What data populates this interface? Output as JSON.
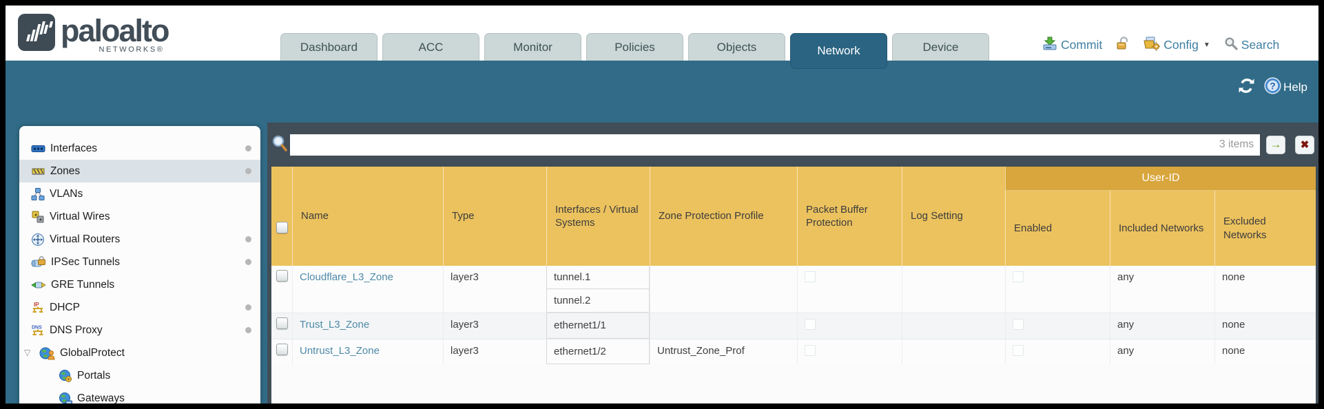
{
  "brand": {
    "wordmark": "paloalto",
    "sub": "NETWORKS®"
  },
  "tabs": [
    {
      "label": "Dashboard",
      "active": false
    },
    {
      "label": "ACC",
      "active": false
    },
    {
      "label": "Monitor",
      "active": false
    },
    {
      "label": "Policies",
      "active": false
    },
    {
      "label": "Objects",
      "active": false
    },
    {
      "label": "Network",
      "active": true
    },
    {
      "label": "Device",
      "active": false
    }
  ],
  "top_links": {
    "commit": "Commit",
    "config": "Config",
    "search": "Search"
  },
  "band": {
    "help": "Help"
  },
  "sidebar": {
    "items": [
      {
        "label": "Interfaces",
        "icon": "interfaces-icon",
        "dot": true,
        "selected": false
      },
      {
        "label": "Zones",
        "icon": "zones-icon",
        "dot": true,
        "selected": true
      },
      {
        "label": "VLANs",
        "icon": "vlans-icon",
        "dot": false,
        "selected": false
      },
      {
        "label": "Virtual Wires",
        "icon": "virtual-wires-icon",
        "dot": false,
        "selected": false
      },
      {
        "label": "Virtual Routers",
        "icon": "virtual-routers-icon",
        "dot": true,
        "selected": false
      },
      {
        "label": "IPSec Tunnels",
        "icon": "ipsec-tunnels-icon",
        "dot": true,
        "selected": false
      },
      {
        "label": "GRE Tunnels",
        "icon": "gre-tunnels-icon",
        "dot": false,
        "selected": false
      },
      {
        "label": "DHCP",
        "icon": "dhcp-icon",
        "dot": true,
        "selected": false
      },
      {
        "label": "DNS Proxy",
        "icon": "dns-proxy-icon",
        "dot": true,
        "selected": false
      },
      {
        "label": "GlobalProtect",
        "icon": "globalprotect-icon",
        "dot": false,
        "selected": false,
        "expanded": true
      },
      {
        "label": "Portals",
        "icon": "portals-icon",
        "dot": false,
        "selected": false,
        "child": true
      },
      {
        "label": "Gateways",
        "icon": "gateways-icon",
        "dot": false,
        "selected": false,
        "child": true
      }
    ]
  },
  "filter": {
    "value": "",
    "placeholder": "",
    "count": "3 items"
  },
  "table": {
    "group_header": "User-ID",
    "columns": [
      "Name",
      "Type",
      "Interfaces / Virtual Systems",
      "Zone Protection Profile",
      "Packet Buffer Protection",
      "Log Setting",
      "Enabled",
      "Included Networks",
      "Excluded Networks"
    ],
    "rows": [
      {
        "name": "Cloudflare_L3_Zone",
        "type": "layer3",
        "interfaces": [
          "tunnel.1",
          "tunnel.2"
        ],
        "zone_protection_profile": "",
        "packet_buffer_protection": false,
        "log_setting": "",
        "user_id_enabled": false,
        "included_networks": "any",
        "excluded_networks": "none"
      },
      {
        "name": "Trust_L3_Zone",
        "type": "layer3",
        "interfaces": [
          "ethernet1/1"
        ],
        "zone_protection_profile": "",
        "packet_buffer_protection": false,
        "log_setting": "",
        "user_id_enabled": false,
        "included_networks": "any",
        "excluded_networks": "none"
      },
      {
        "name": "Untrust_L3_Zone",
        "type": "layer3",
        "interfaces": [
          "ethernet1/2"
        ],
        "zone_protection_profile": "Untrust_Zone_Prof",
        "packet_buffer_protection": false,
        "log_setting": "",
        "user_id_enabled": false,
        "included_networks": "any",
        "excluded_networks": "none"
      }
    ]
  },
  "icons": {
    "dhcp_label": "IP",
    "dns_label": "DNS",
    "arrow_button": "→",
    "clear_button": "✖",
    "help_qmark": "?",
    "config_caret": "▼",
    "expander": "▽"
  },
  "colors": {
    "teal_band": "#316b87",
    "active_tab": "#2a6482",
    "slate_toolbar": "#414d57",
    "header_orange": "#ecc25e",
    "header_amber": "#d8a63c",
    "zone_link": "#4e8aa8",
    "row_stripe": "#f3f5f6",
    "tab_inactive_bg": "#ccd7d7",
    "top_link_blue": "#3e7fa3"
  }
}
